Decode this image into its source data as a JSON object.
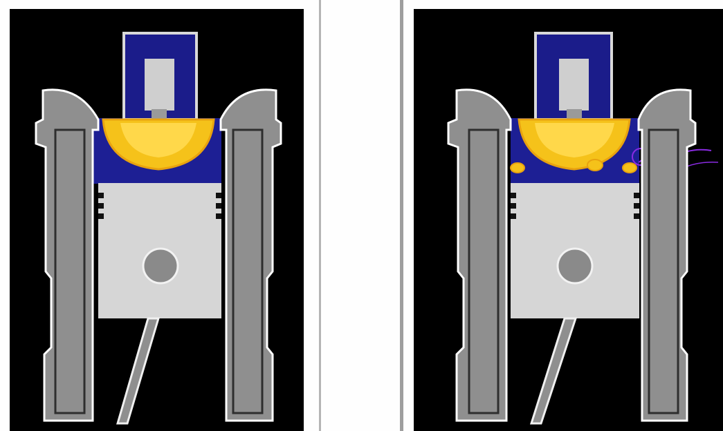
{
  "figure": {
    "panels": [
      {
        "id": "left",
        "state": "combustion-without-knock"
      },
      {
        "id": "right",
        "state": "combustion-with-knock"
      }
    ]
  },
  "colors": {
    "background": "#000000",
    "page": "#fefefe",
    "chamber_blue": "#1d1f94",
    "flame_yellow": "#f5c21a",
    "flame_orange": "#e8a20f",
    "piston_grey": "#d6d6d6",
    "cylinder_wall": "#8f8f8f",
    "spark_plug": "#c8c8c8",
    "knock_purple": "#8a2be2"
  },
  "icons": {
    "spark_plug": "spark-plug-icon",
    "piston": "piston-icon",
    "connecting_rod": "connecting-rod-icon",
    "wrist_pin": "wrist-pin-icon"
  }
}
